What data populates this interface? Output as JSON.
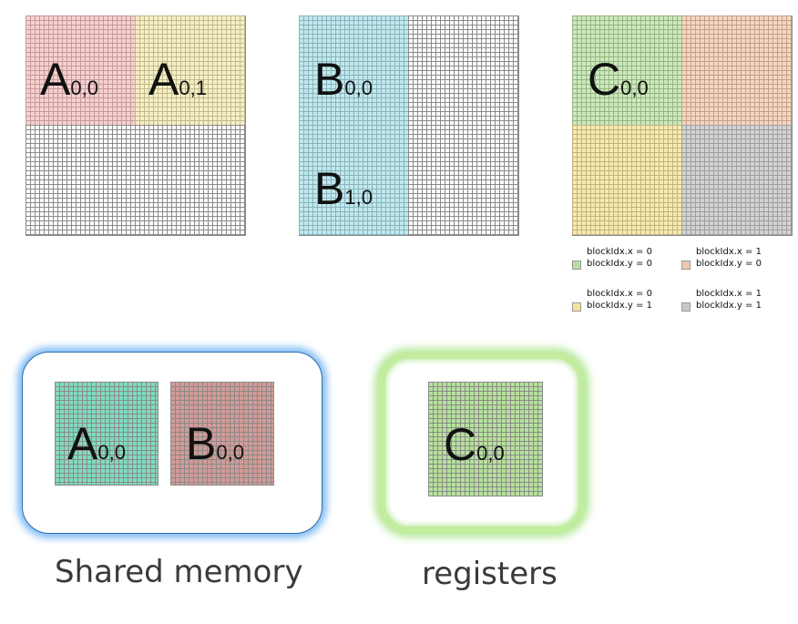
{
  "labels": {
    "a00": {
      "main": "A",
      "sub": "0,0"
    },
    "a01": {
      "main": "A",
      "sub": "0,1"
    },
    "b00": {
      "main": "B",
      "sub": "0,0"
    },
    "b10": {
      "main": "B",
      "sub": "1,0"
    },
    "c00": {
      "main": "C",
      "sub": "0,0"
    },
    "sa00": {
      "main": "A",
      "sub": "0,0"
    },
    "sb00": {
      "main": "B",
      "sub": "0,0"
    },
    "rc00": {
      "main": "C",
      "sub": "0,0"
    }
  },
  "legend": {
    "q00": {
      "x": "blockIdx.x = 0",
      "y": "blockIdx.y = 0",
      "color": "#b9dfa6"
    },
    "q10": {
      "x": "blockIdx.x = 1",
      "y": "blockIdx.y = 0",
      "color": "#f0c9b0"
    },
    "q01": {
      "x": "blockIdx.x = 0",
      "y": "blockIdx.y = 1",
      "color": "#f4e49a"
    },
    "q11": {
      "x": "blockIdx.x = 1",
      "y": "blockIdx.y = 1",
      "color": "#c8c8c8"
    }
  },
  "captions": {
    "shared": "Shared memory",
    "registers": "registers"
  },
  "colors": {
    "a_tile_1": "#f2c4c4",
    "a_tile_2": "#f3edbd",
    "b_tile": "#b5e4ea",
    "shared_a": "#7fdcc0",
    "shared_b": "#d49b96",
    "register_c": "#b6e29a",
    "shared_glow": "#5aa8f0",
    "register_glow": "#9be07a"
  }
}
